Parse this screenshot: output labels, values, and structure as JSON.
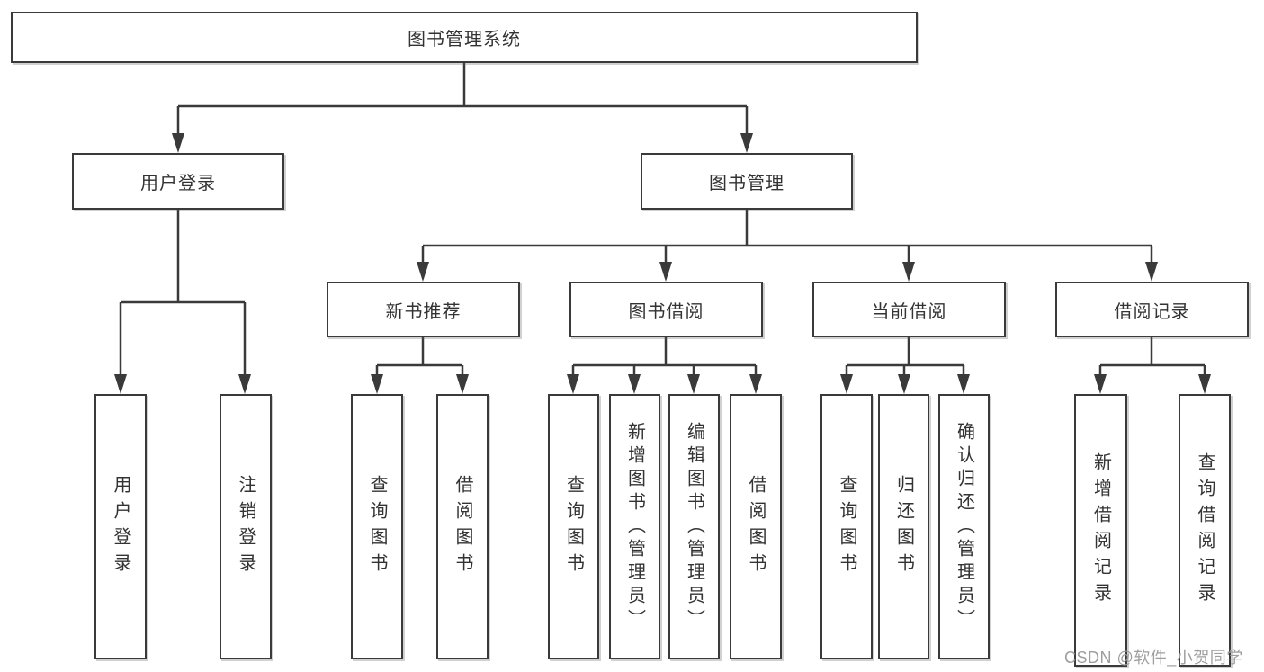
{
  "colors": {
    "line": "#3a3a3a",
    "text": "#333333",
    "background": "#ffffff",
    "watermark_gray": "#9e9e9e"
  },
  "root": {
    "label": "图书管理系统"
  },
  "branches": [
    {
      "label": "用户登录",
      "children": [
        {
          "label": "用户登录"
        },
        {
          "label": "注销登录"
        }
      ]
    },
    {
      "label": "图书管理",
      "children": [
        {
          "label": "新书推荐",
          "children": [
            {
              "label": "查询图书"
            },
            {
              "label": "借阅图书"
            }
          ]
        },
        {
          "label": "图书借阅",
          "children": [
            {
              "label": "查询图书"
            },
            {
              "label": "新增图书（管理员）"
            },
            {
              "label": "编辑图书（管理员）"
            },
            {
              "label": "借阅图书"
            }
          ]
        },
        {
          "label": "当前借阅",
          "children": [
            {
              "label": "查询图书"
            },
            {
              "label": "归还图书"
            },
            {
              "label": "确认归还（管理员）"
            }
          ]
        },
        {
          "label": "借阅记录",
          "children": [
            {
              "label": "新增借阅记录"
            },
            {
              "label": "查询借阅记录"
            }
          ]
        }
      ]
    }
  ],
  "watermark": {
    "text": "CSDN @软件_小贺同学"
  }
}
